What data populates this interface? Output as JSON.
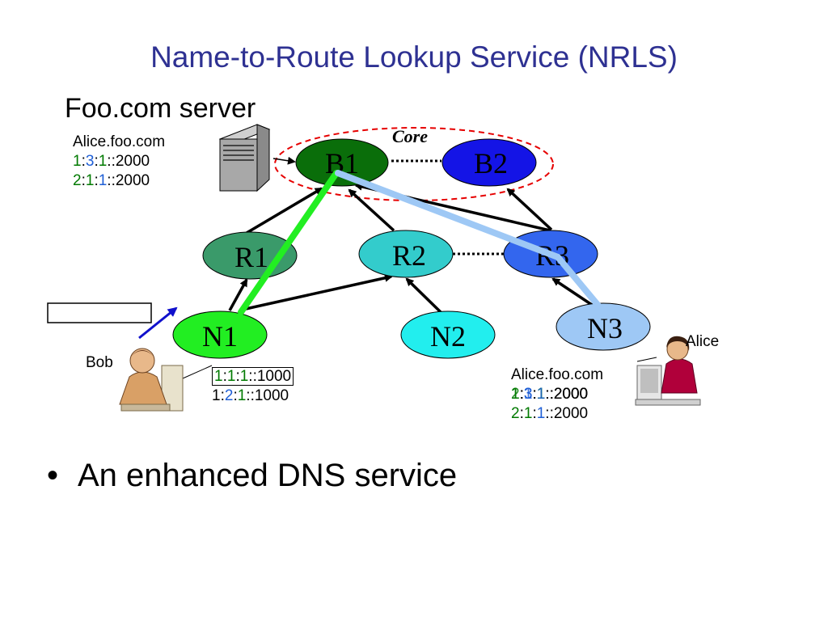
{
  "title": "Name-to-Route Lookup Service (NRLS)",
  "server_label": "Foo.com server",
  "core_label": "Core",
  "nodes": {
    "b1": "B1",
    "b2": "B2",
    "r1": "R1",
    "r2": "R2",
    "r3": "R3",
    "n1": "N1",
    "n2": "N2",
    "n3": "N3"
  },
  "server_record": {
    "name": "Alice.foo.com",
    "addresses": [
      {
        "p1": "1",
        "p2": "3",
        "p3": "1",
        "suffix": "::2000"
      },
      {
        "p1": "2",
        "p2": "1",
        "p3": "1",
        "suffix": "::2000"
      }
    ]
  },
  "bob": {
    "label": "Bob",
    "addresses": [
      {
        "p1": "1",
        "p2": "1",
        "p3": "1",
        "suffix": "::1000"
      },
      {
        "p1": "1",
        "p2": "2",
        "p3": "1",
        "suffix": "::1000"
      }
    ]
  },
  "alice": {
    "label": "Alice",
    "overlay_name": "Alice.foo.com",
    "overlay_lines": [
      {
        "p1": "1",
        "p2": "3",
        "p3": "1",
        "suffix": "::2000"
      },
      {
        "p1": "2",
        "p2": "1",
        "p3": "1",
        "suffix": "::2000"
      }
    ],
    "addresses": [
      {
        "p1": "1",
        "p2": "3",
        "p3": "1",
        "suffix": "::2000"
      },
      {
        "p1": "2",
        "p2": "1",
        "p3": "1",
        "suffix": "::2000"
      }
    ]
  },
  "bullet": "An enhanced DNS service",
  "colors": {
    "title": "#2e3192",
    "b1": "#0a6e0a",
    "b2": "#1414e6",
    "r1": "#3a9a6a",
    "r2": "#33cccc",
    "r3": "#3366ee",
    "n1": "#22ee22",
    "n2": "#22eeee",
    "n3": "#9ec8f5",
    "green_path": "#22ee22",
    "blue_path": "#9ec8f5",
    "core_ellipse": "#e60000"
  }
}
